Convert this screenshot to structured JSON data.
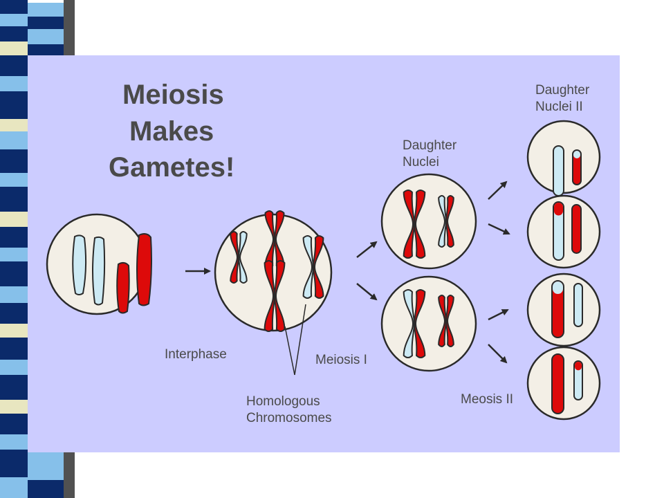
{
  "title_lines": [
    "Meiosis",
    "Makes",
    "Gametes!"
  ],
  "labels": {
    "interphase": "Interphase",
    "meiosis_1": "Meiosis I",
    "homologous": [
      "Homologous",
      "Chromosomes"
    ],
    "daughter_nuclei": [
      "Daughter",
      "Nuclei"
    ],
    "daughter_nuclei_2": [
      "Daughter",
      "Nuclei II"
    ],
    "meiosis_2": "Meosis II"
  },
  "colors": {
    "panel_bg": "#ccccff",
    "cell_fill": "#f3efe6",
    "cell_stroke": "#2a2a2a",
    "chromosome_blue": "#cdeaf4",
    "chromosome_red": "#dd0a0a",
    "text": "#4a4a4a",
    "stripe_navy": "#0b2a6a",
    "stripe_light": "#86c0ea",
    "stripe_cream": "#e8e6c0"
  }
}
